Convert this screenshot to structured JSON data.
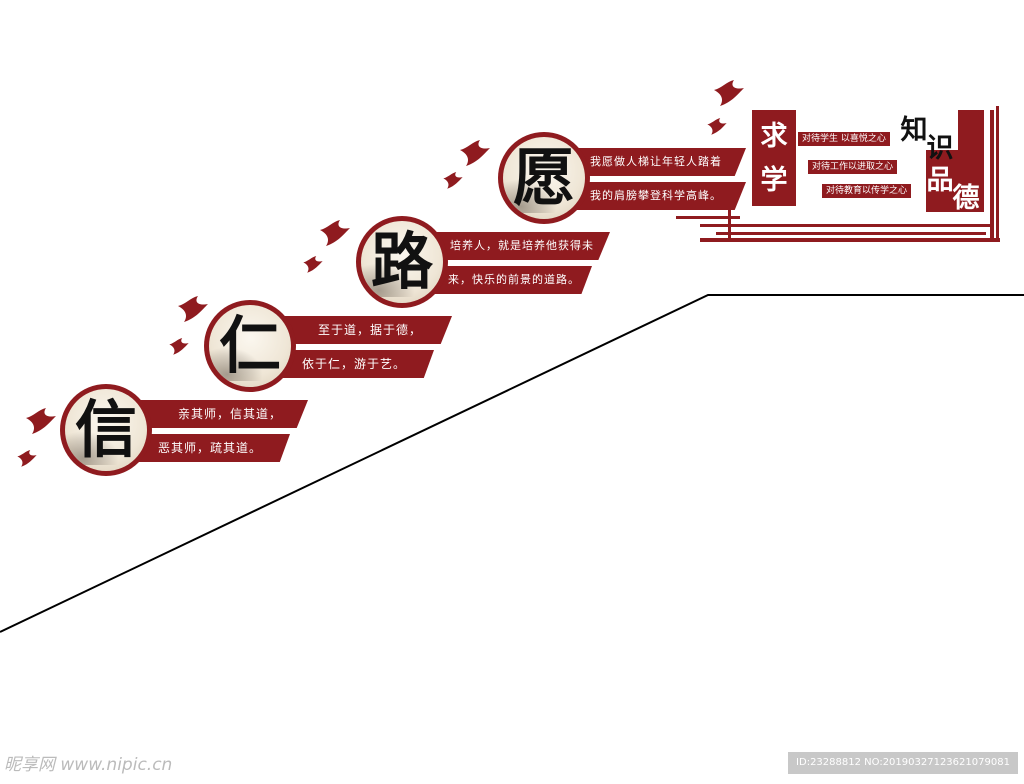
{
  "steps": [
    {
      "char": "信",
      "line1": "亲其师，信其道，",
      "line2": "恶其师，疏其道。"
    },
    {
      "char": "仁",
      "line1": "至于道，据于德，",
      "line2": "依于仁，游于艺。"
    },
    {
      "char": "路",
      "line1": "培养人，就是培养他获得未",
      "line2": "来，快乐的前景的道路。"
    },
    {
      "char": "愿",
      "line1": "我愿做人梯让年轻人踏着",
      "line2": "我的肩膀攀登科学高峰。"
    }
  ],
  "panel": {
    "left_chars": [
      "求",
      "学"
    ],
    "right_top_chars": [
      "知",
      "识"
    ],
    "right_bottom_chars": [
      "品",
      "德"
    ],
    "lines": [
      "对待学生 以喜悦之心",
      "对待工作以进取之心",
      "对待教育以传学之心"
    ]
  },
  "watermark": {
    "left": "昵享网 www.nipic.cn",
    "right": "ID:23288812 NO:20190327123621079081"
  },
  "colors": {
    "accent": "#8f1b1f",
    "background": "#ffffff",
    "stroke": "#000000"
  }
}
